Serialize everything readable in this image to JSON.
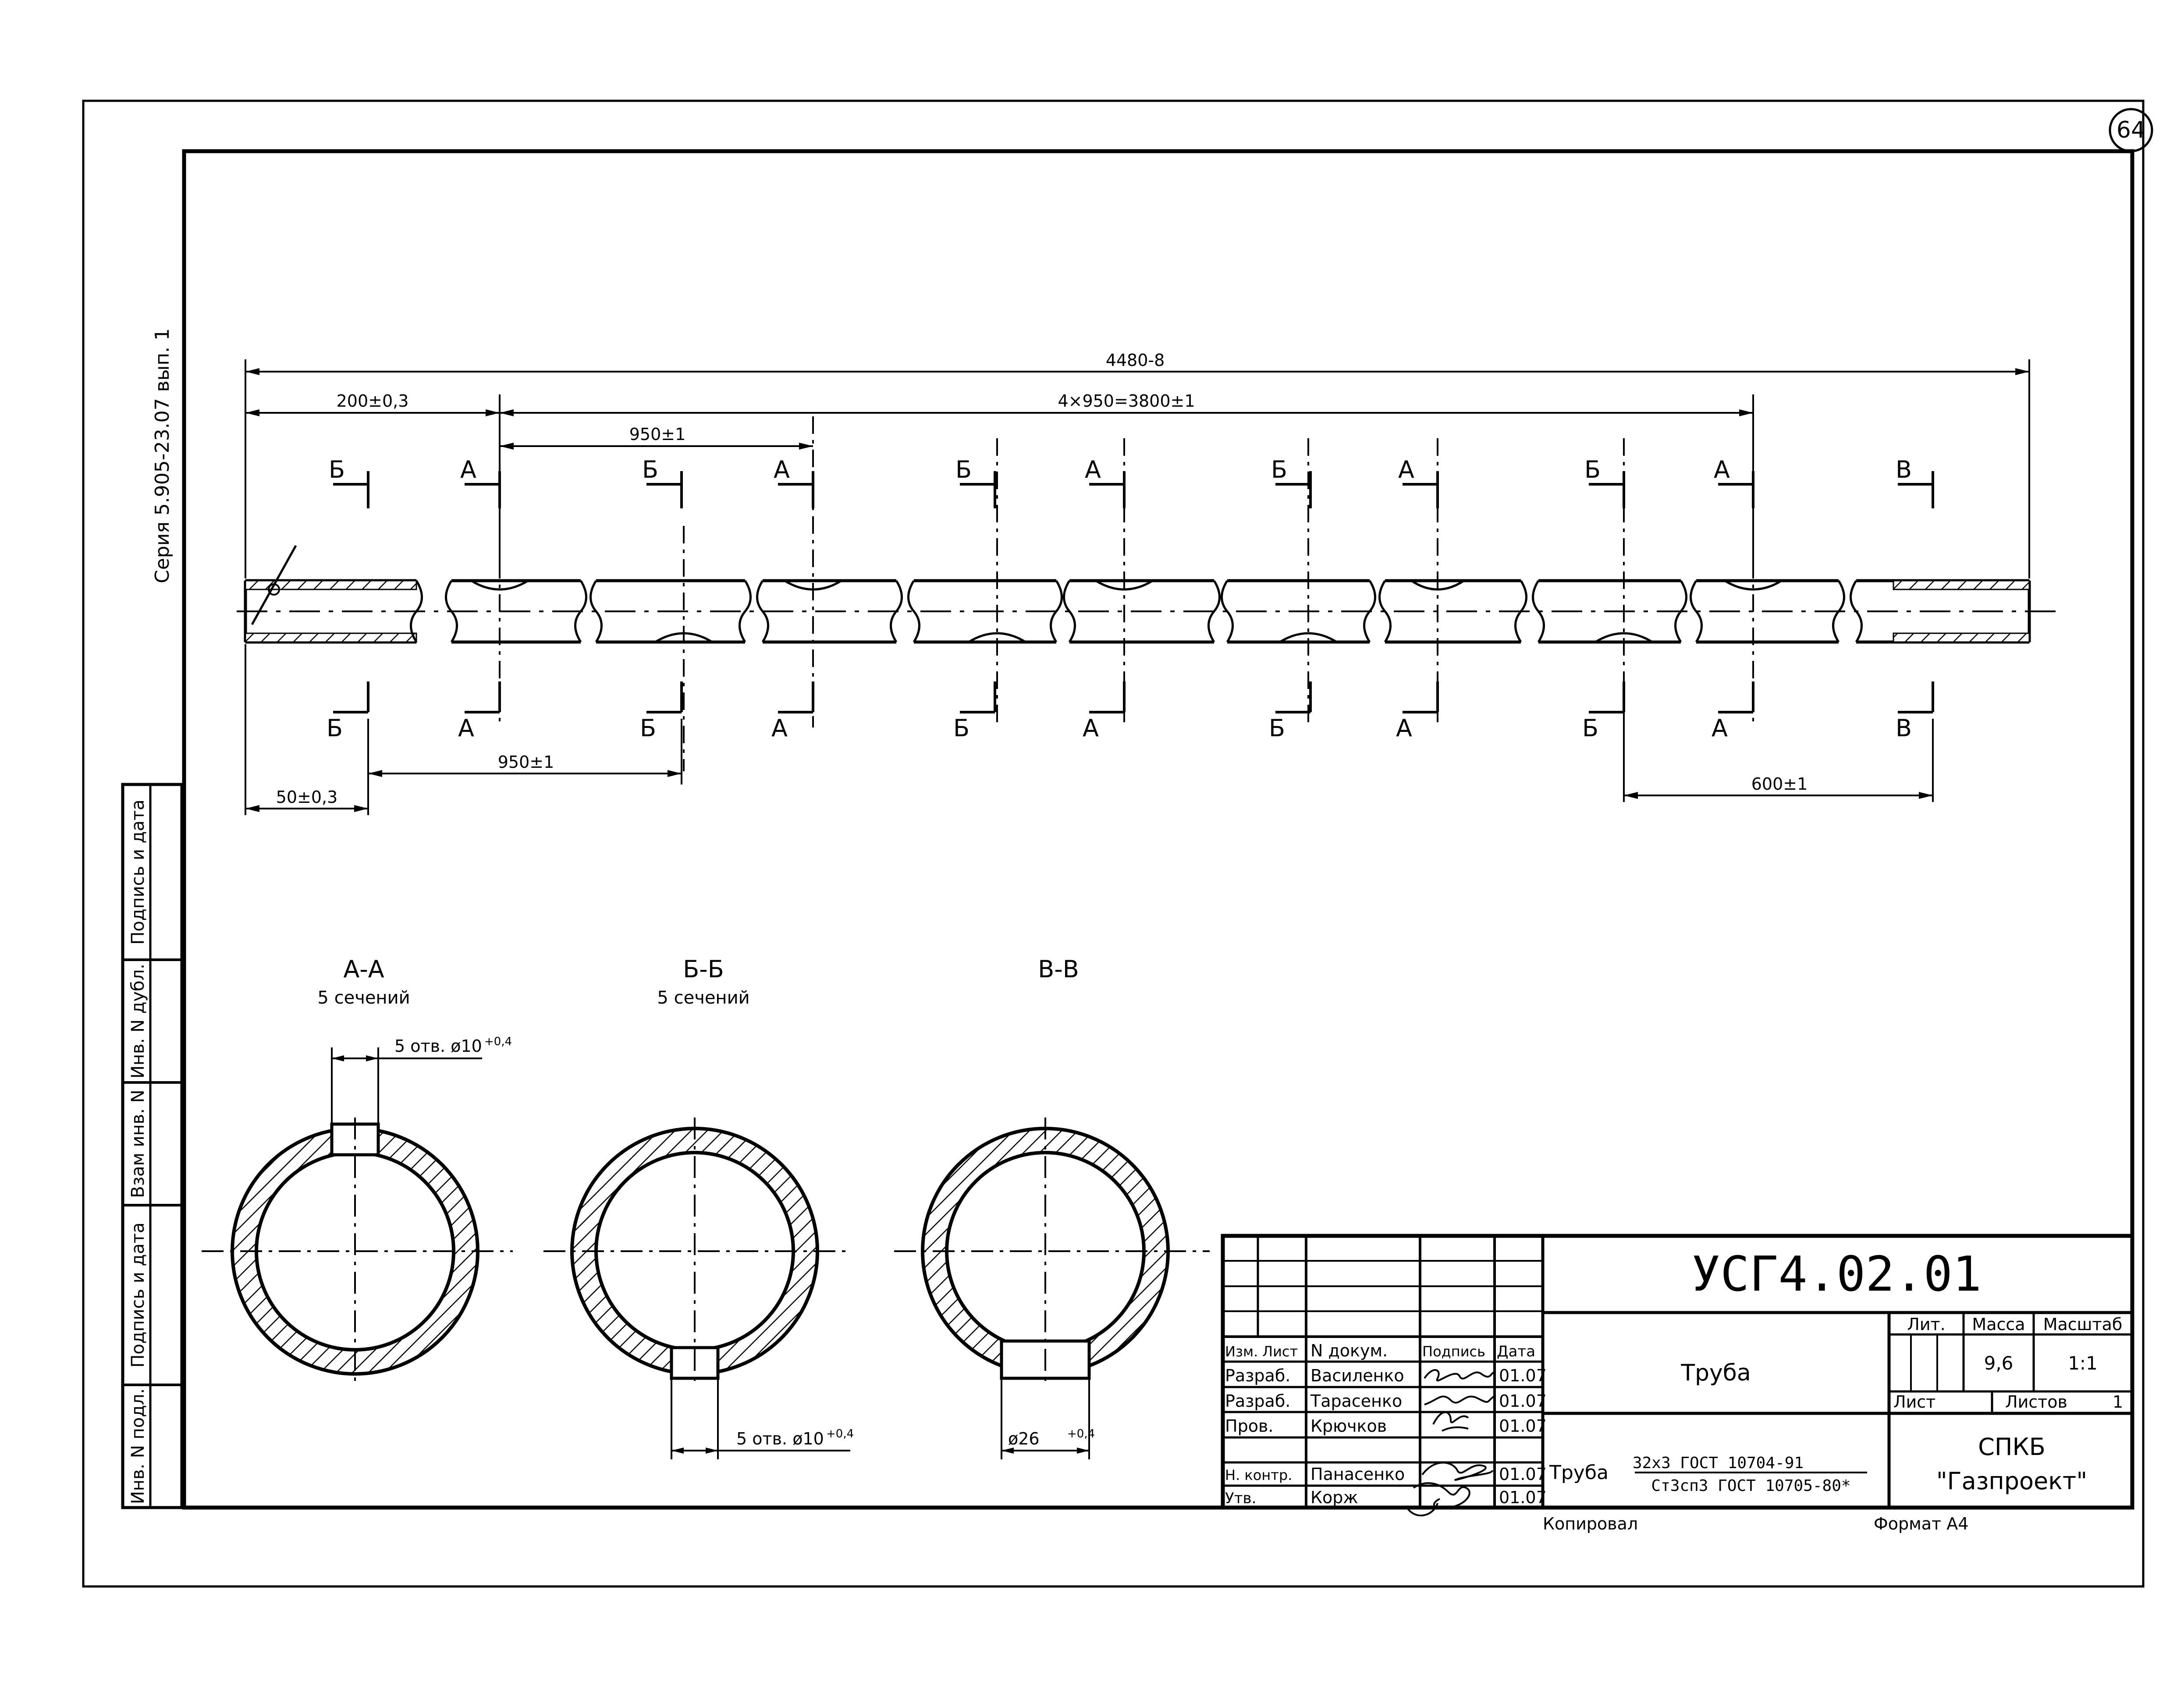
{
  "sheet_number": "64",
  "series_label": "Серия 5.905-23.07 вып. 1",
  "dimensions": {
    "overall": "4480-8",
    "first_hole": "200±0,3",
    "span": "4×950=3800±1",
    "pitch_a": "950±1",
    "pitch_b": "950±1",
    "edge_offset": "50±0,3",
    "end_offset": "600±1"
  },
  "section_marks": [
    "Б",
    "А",
    "Б",
    "А",
    "Б",
    "А",
    "Б",
    "А",
    "Б",
    "А",
    "В"
  ],
  "sections": [
    {
      "title": "А-А",
      "subtitle": "5 сечений",
      "hole_note": "5 отв. ø10",
      "tolerance": "+0,4"
    },
    {
      "title": "Б-Б",
      "subtitle": "5 сечений",
      "hole_note": "5 отв. ø10",
      "tolerance": "+0,4"
    },
    {
      "title": "В-В",
      "subtitle": "",
      "hole_note": "ø26",
      "tolerance": "+0,4"
    }
  ],
  "side_stamp": [
    "Инв. N подл.",
    "Подпись и дата",
    "Взам инв. N",
    "Инв. N дубл.",
    "Подпись и дата"
  ],
  "title_block": {
    "doc_code": "УСГ4.02.01",
    "part_name": "Труба",
    "headers": {
      "izm": "Изм.",
      "list": "Лист",
      "doc": "N докум.",
      "sign": "Подпись",
      "date": "Дата"
    },
    "rows": [
      {
        "role": "Разраб.",
        "name": "Василенко",
        "date": "01.07"
      },
      {
        "role": "Разраб.",
        "name": "Тарасенко",
        "date": "01.07"
      },
      {
        "role": "Пров.",
        "name": "Крючков",
        "date": "01.07"
      },
      {
        "role": "Н. контр.",
        "name": "Панасенко",
        "date": "01.07"
      },
      {
        "role": "Утв.",
        "name": "Корж",
        "date": "01.07"
      }
    ],
    "lit": "Лит.",
    "mass_label": "Масса",
    "mass": "9,6",
    "scale_label": "Масштаб",
    "scale": "1:1",
    "sheet_label": "Лист",
    "sheets_label": "Листов",
    "sheets": "1",
    "material_prefix": "Труба",
    "material_top": "32х3 ГОСТ 10704-91",
    "material_bottom": "Ст3сп3 ГОСТ 10705-80*",
    "org_line1": "СПКБ",
    "org_line2": "\"Газпроект\"",
    "copied": "Копировал",
    "format": "Формат А4"
  }
}
